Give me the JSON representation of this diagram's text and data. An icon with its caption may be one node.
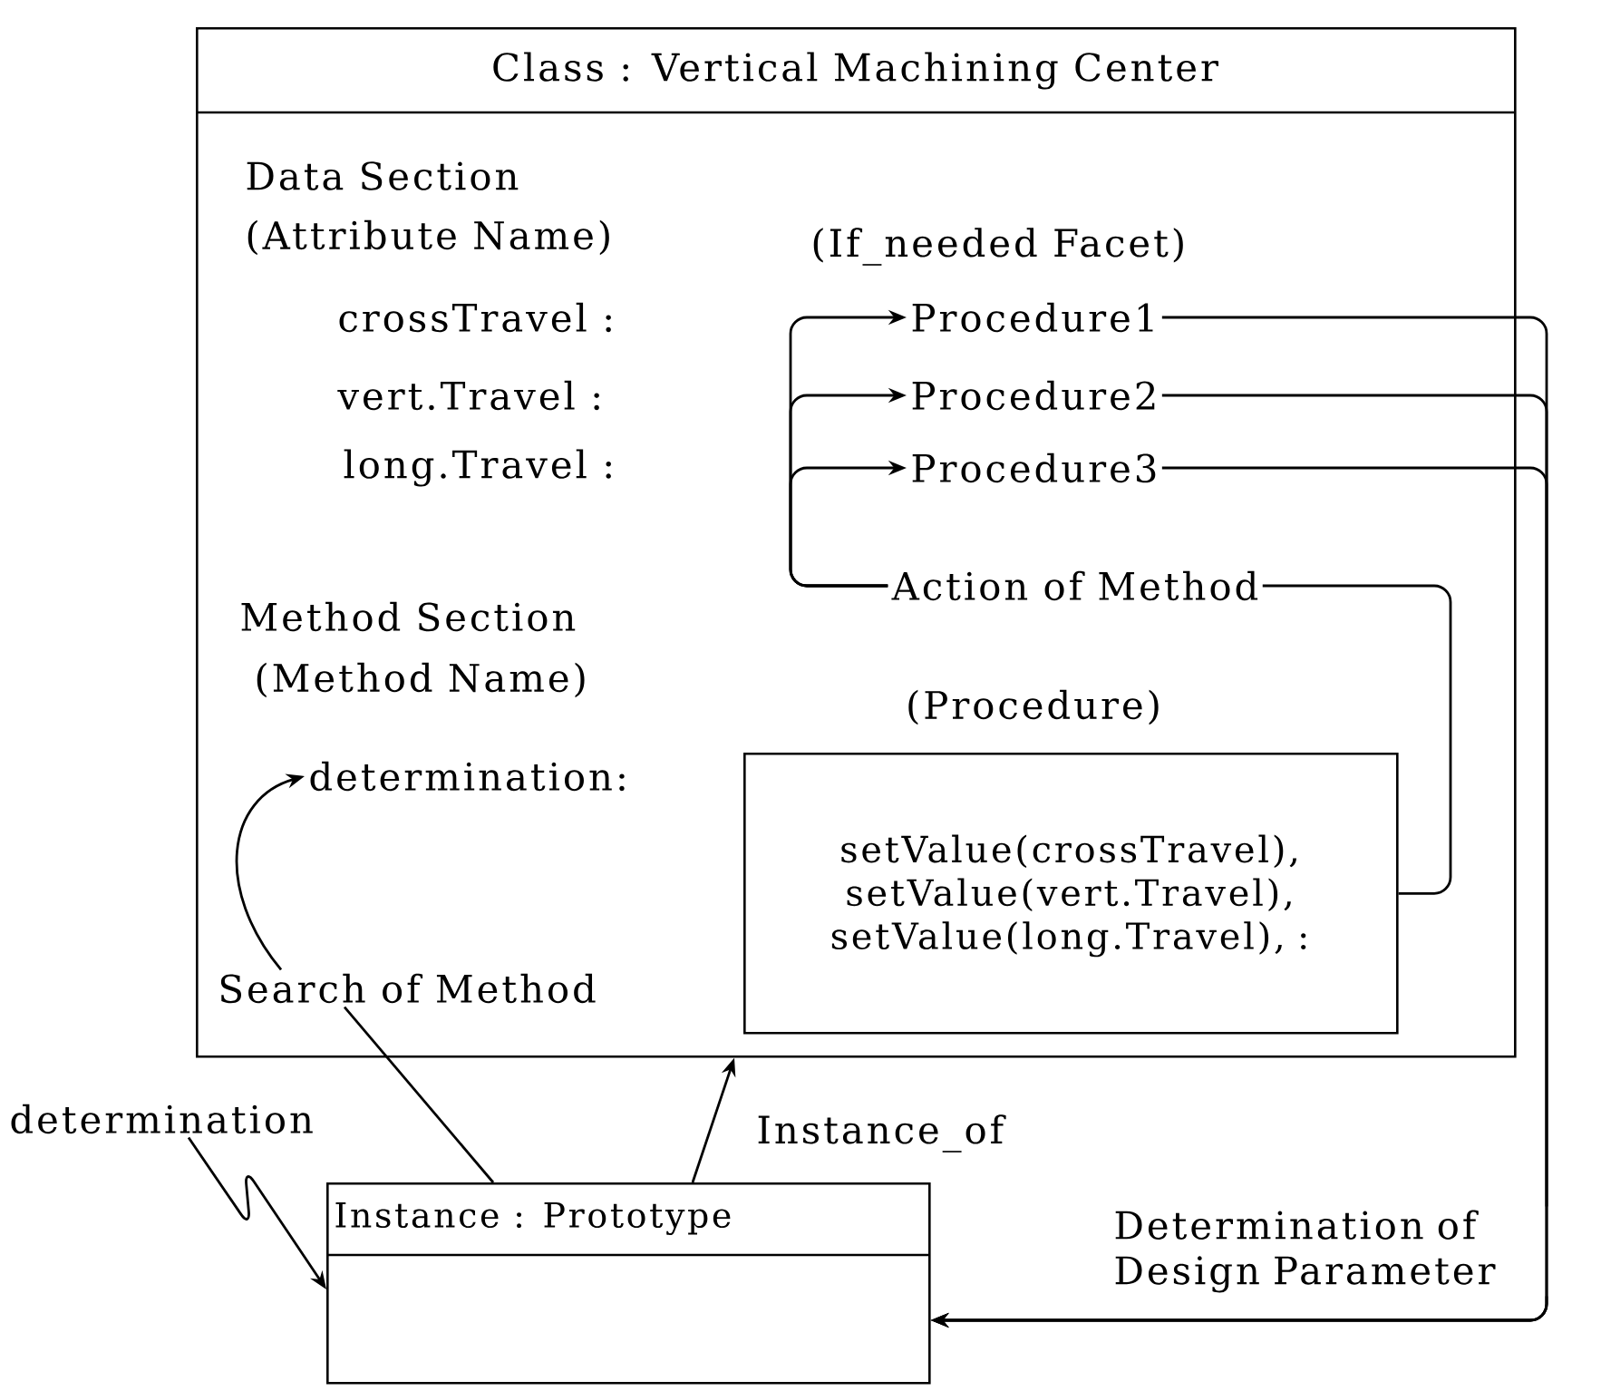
{
  "diagram": {
    "nodes": [
      {
        "text": [
          "Class :  Vertical Machining Center"
        ]
      },
      {
        "text": [
          "Procedure1"
        ],
        "in": 0
      },
      {
        "text": [
          "Procedure2"
        ],
        "in": 0
      },
      {
        "text": [
          "Procedure3"
        ],
        "in": 0
      },
      {
        "text": [
          "Action of Method"
        ],
        "in": 0
      },
      {
        "text": [
          "determination:"
        ],
        "in": 0
      },
      {
        "text": [
          "(Procedure)",
          "setValue(crossTravel), setValue(vert.Travel), setValue(long.Travel), :"
        ],
        "in": 0
      },
      {
        "text": [
          "Search of Method"
        ],
        "in": 0
      },
      {
        "text": [
          "determination"
        ]
      },
      {
        "text": [
          "Instance : Prototype"
        ]
      }
    ],
    "edges": [
      {
        "from": 4,
        "to": 1,
        "arrow": "to"
      },
      {
        "from": 4,
        "to": 2,
        "arrow": "to"
      },
      {
        "from": 4,
        "to": 3,
        "arrow": "to"
      },
      {
        "from": 6,
        "to": 4,
        "arrow": "none"
      },
      {
        "from": 1,
        "to": 9,
        "arrow": "to",
        "label": "Determination of Design Parameter"
      },
      {
        "from": 2,
        "to": 9,
        "arrow": "to"
      },
      {
        "from": 3,
        "to": 9,
        "arrow": "to"
      },
      {
        "from": 7,
        "to": 5,
        "arrow": "to"
      },
      {
        "from": 7,
        "to": 9,
        "arrow": "none"
      },
      {
        "from": 9,
        "to": 0,
        "arrow": "to",
        "label": "Instance_of"
      },
      {
        "from": 8,
        "to": 9,
        "arrow": "to"
      }
    ],
    "labels": [
      "Data Section",
      "(Attribute Name)",
      "(If_needed Facet)",
      "crossTravel  :",
      "vert.Travel  :",
      "long.Travel  :",
      "Method Section",
      "(Method Name)"
    ]
  }
}
